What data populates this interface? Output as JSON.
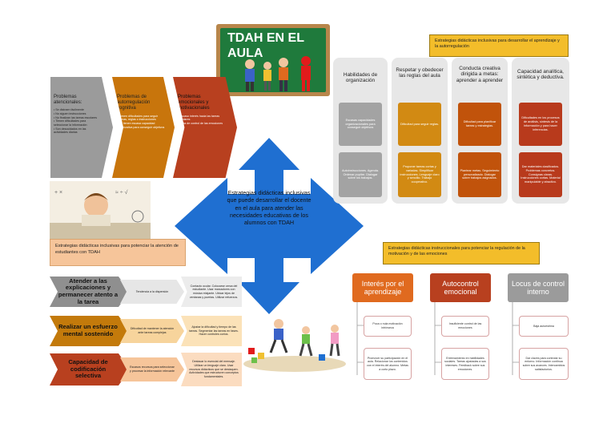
{
  "colors": {
    "orange": "#e06a1f",
    "dark_orange": "#c1530b",
    "blue": "#1f6fd1",
    "gray": "#9b9b9b",
    "yellow_box": "#f3bd2a",
    "peach": "#f6c59a",
    "dark_red": "#b8401f"
  },
  "title_board": "TDAH EN EL AULA",
  "left_problems": [
    {
      "title": "Problemas atencionales:",
      "items": [
        "Se distraen fácilmente",
        "No siguen instrucciones",
        "No finalizan las tareas escolares",
        "Tienen dificultades para seleccionar la información",
        "Son descuidados en las actividades diarias"
      ]
    },
    {
      "title": "Problemas de autorregulación cognitiva",
      "items": [
        "Tienen dificultades para seguir normas, reglas o instrucciones",
        "No tienen escasa capacidad organizativa para conseguir objetivos"
      ]
    },
    {
      "title": "Problemas emocionales y motivacionales",
      "items": [
        "Escaso interés hacia las tareas escolares",
        "Falta de control de las emociones"
      ]
    }
  ],
  "left_caption": "Estrategias didácticas inclusivas para potenciar la atención de estudiantes con TDAH",
  "center_text": "Estrategias didácticas inclusivas que puede desarrollar el docente en el aula para atender las necesidades educativas de los alumnos con TDAH",
  "self_reg": {
    "label": "Estrategias didácticas inclusivas para desarrollar el aprendizaje y la autorregulación",
    "columns": [
      {
        "head": "Habilidades de organización",
        "c1": "Escasas capacidades organizacionales para conseguir objetivos",
        "c2": "Autoinstrucciones. Agenda. Ordenar pupitre. Dialogar sobre los trabajos."
      },
      {
        "head": "Respetar y obedecer las reglas del aula",
        "c1": "Dificultad para seguir reglas.",
        "c2": "Proponer tareas cortas y variadas. Simplificar instrucciones. Lenguaje claro y sencillo. Trabajo cooperativo."
      },
      {
        "head": "Conducta creativa dirigida a metas: aprender a aprender",
        "c1": "Dificultad para planificar tareas y estrategias.",
        "c2": "Plantear metas. Seguimiento personalizado. Dialogar sobre trabajos asignados."
      },
      {
        "head": "Capacidad analítica, sintética y deductiva.",
        "c1": "Dificultades en los procesos de análisis, síntesis de la información y para hacer inferencias.",
        "c2": "Dar materiales clasificados. Problemas concretos. Consignas claras. Instrucciones cortas. Material manipulable y atractivo."
      }
    ]
  },
  "attention_rows": [
    {
      "title": "Atender a las explicaciones y permanecer atento a la tarea",
      "mid": "Tendencia a la dispersión",
      "right": "Contacto ocular. Colocarse cerca del estudiante. Usar marcadores con música relajante. Ubicar lejos de ventanas y puertas. Utilizar refuerzos."
    },
    {
      "title": "Realizar un esfuerzo mental sostenido",
      "mid": "Dificultad de mantener la atención ante tareas complejas",
      "right": "Ajustar la dificultad y tiempo de las tareas. Segmentar las tareas en fases. Hacer controles cortos."
    },
    {
      "title": "Capacidad de codificación selectiva",
      "mid": "Escasos recursos para seleccionar y procesar la información relevante",
      "right": "Destacar lo esencial del mensaje. Utilizar un lenguaje claro. Usar recursos didácticos que se destaquen. Actividades que estructuren conceptos fundamentales."
    }
  ],
  "motivation": {
    "label": "Estrategias didácticas instruccionales para potenciar la regulación de la motivación y de las emociones",
    "columns": [
      {
        "head": "Interés por el aprendizaje",
        "b1": "Poca o nula motivación intrínseca",
        "b2": "Promover su participación en el aula. Relacionar los contenidos con el interés del alumno. Metas a corto plazo."
      },
      {
        "head": "Autocontrol emocional",
        "b1": "Insuficiente control de las emociones",
        "b2": "Entrenamiento en habilidades sociales. Tareas ajustadas a sus intereses. Feedback sobre sus emociones."
      },
      {
        "head": "Locus de control interno",
        "b1": "Baja autoestima",
        "b2": "Dar claves para controlar su entorno. Información continua sobre sus avances. Intercambios satisfactorios."
      }
    ]
  }
}
